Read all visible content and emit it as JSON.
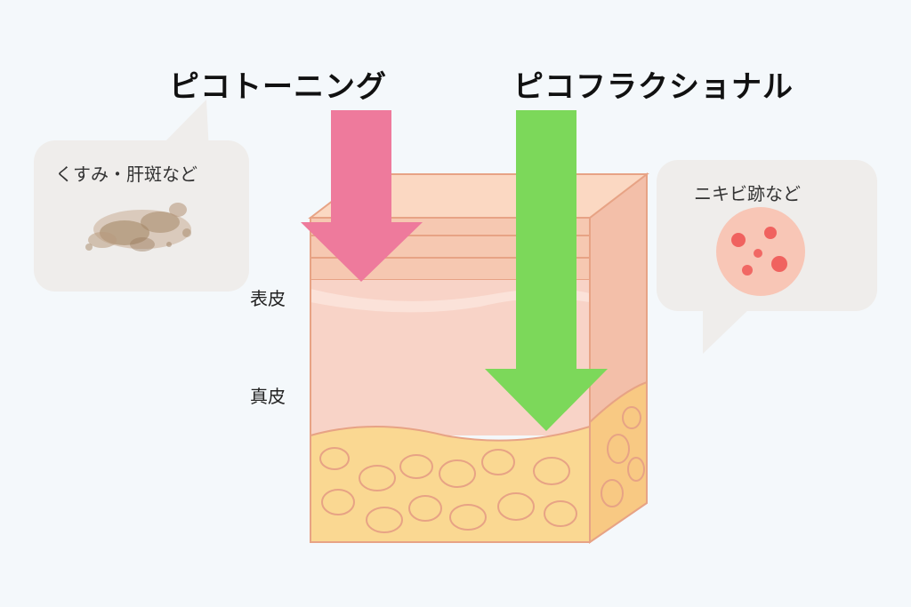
{
  "titles": {
    "picotoning": "ピコトーニング",
    "picofractional": "ピコフラクショナル"
  },
  "labels": {
    "epidermis": "表皮",
    "dermis": "真皮"
  },
  "bubbles": {
    "left": "くすみ・肝斑など",
    "right": "ニキビ跡など"
  },
  "colors": {
    "picotoning_arrow": "#ee7a9c",
    "picofractional_arrow": "#7cd85a",
    "epidermis": "#f6cdb8",
    "dermis": "#f7d2c9",
    "fat": "#fbd891",
    "bubble": "#efedeb",
    "background": "#f4f8fb"
  }
}
